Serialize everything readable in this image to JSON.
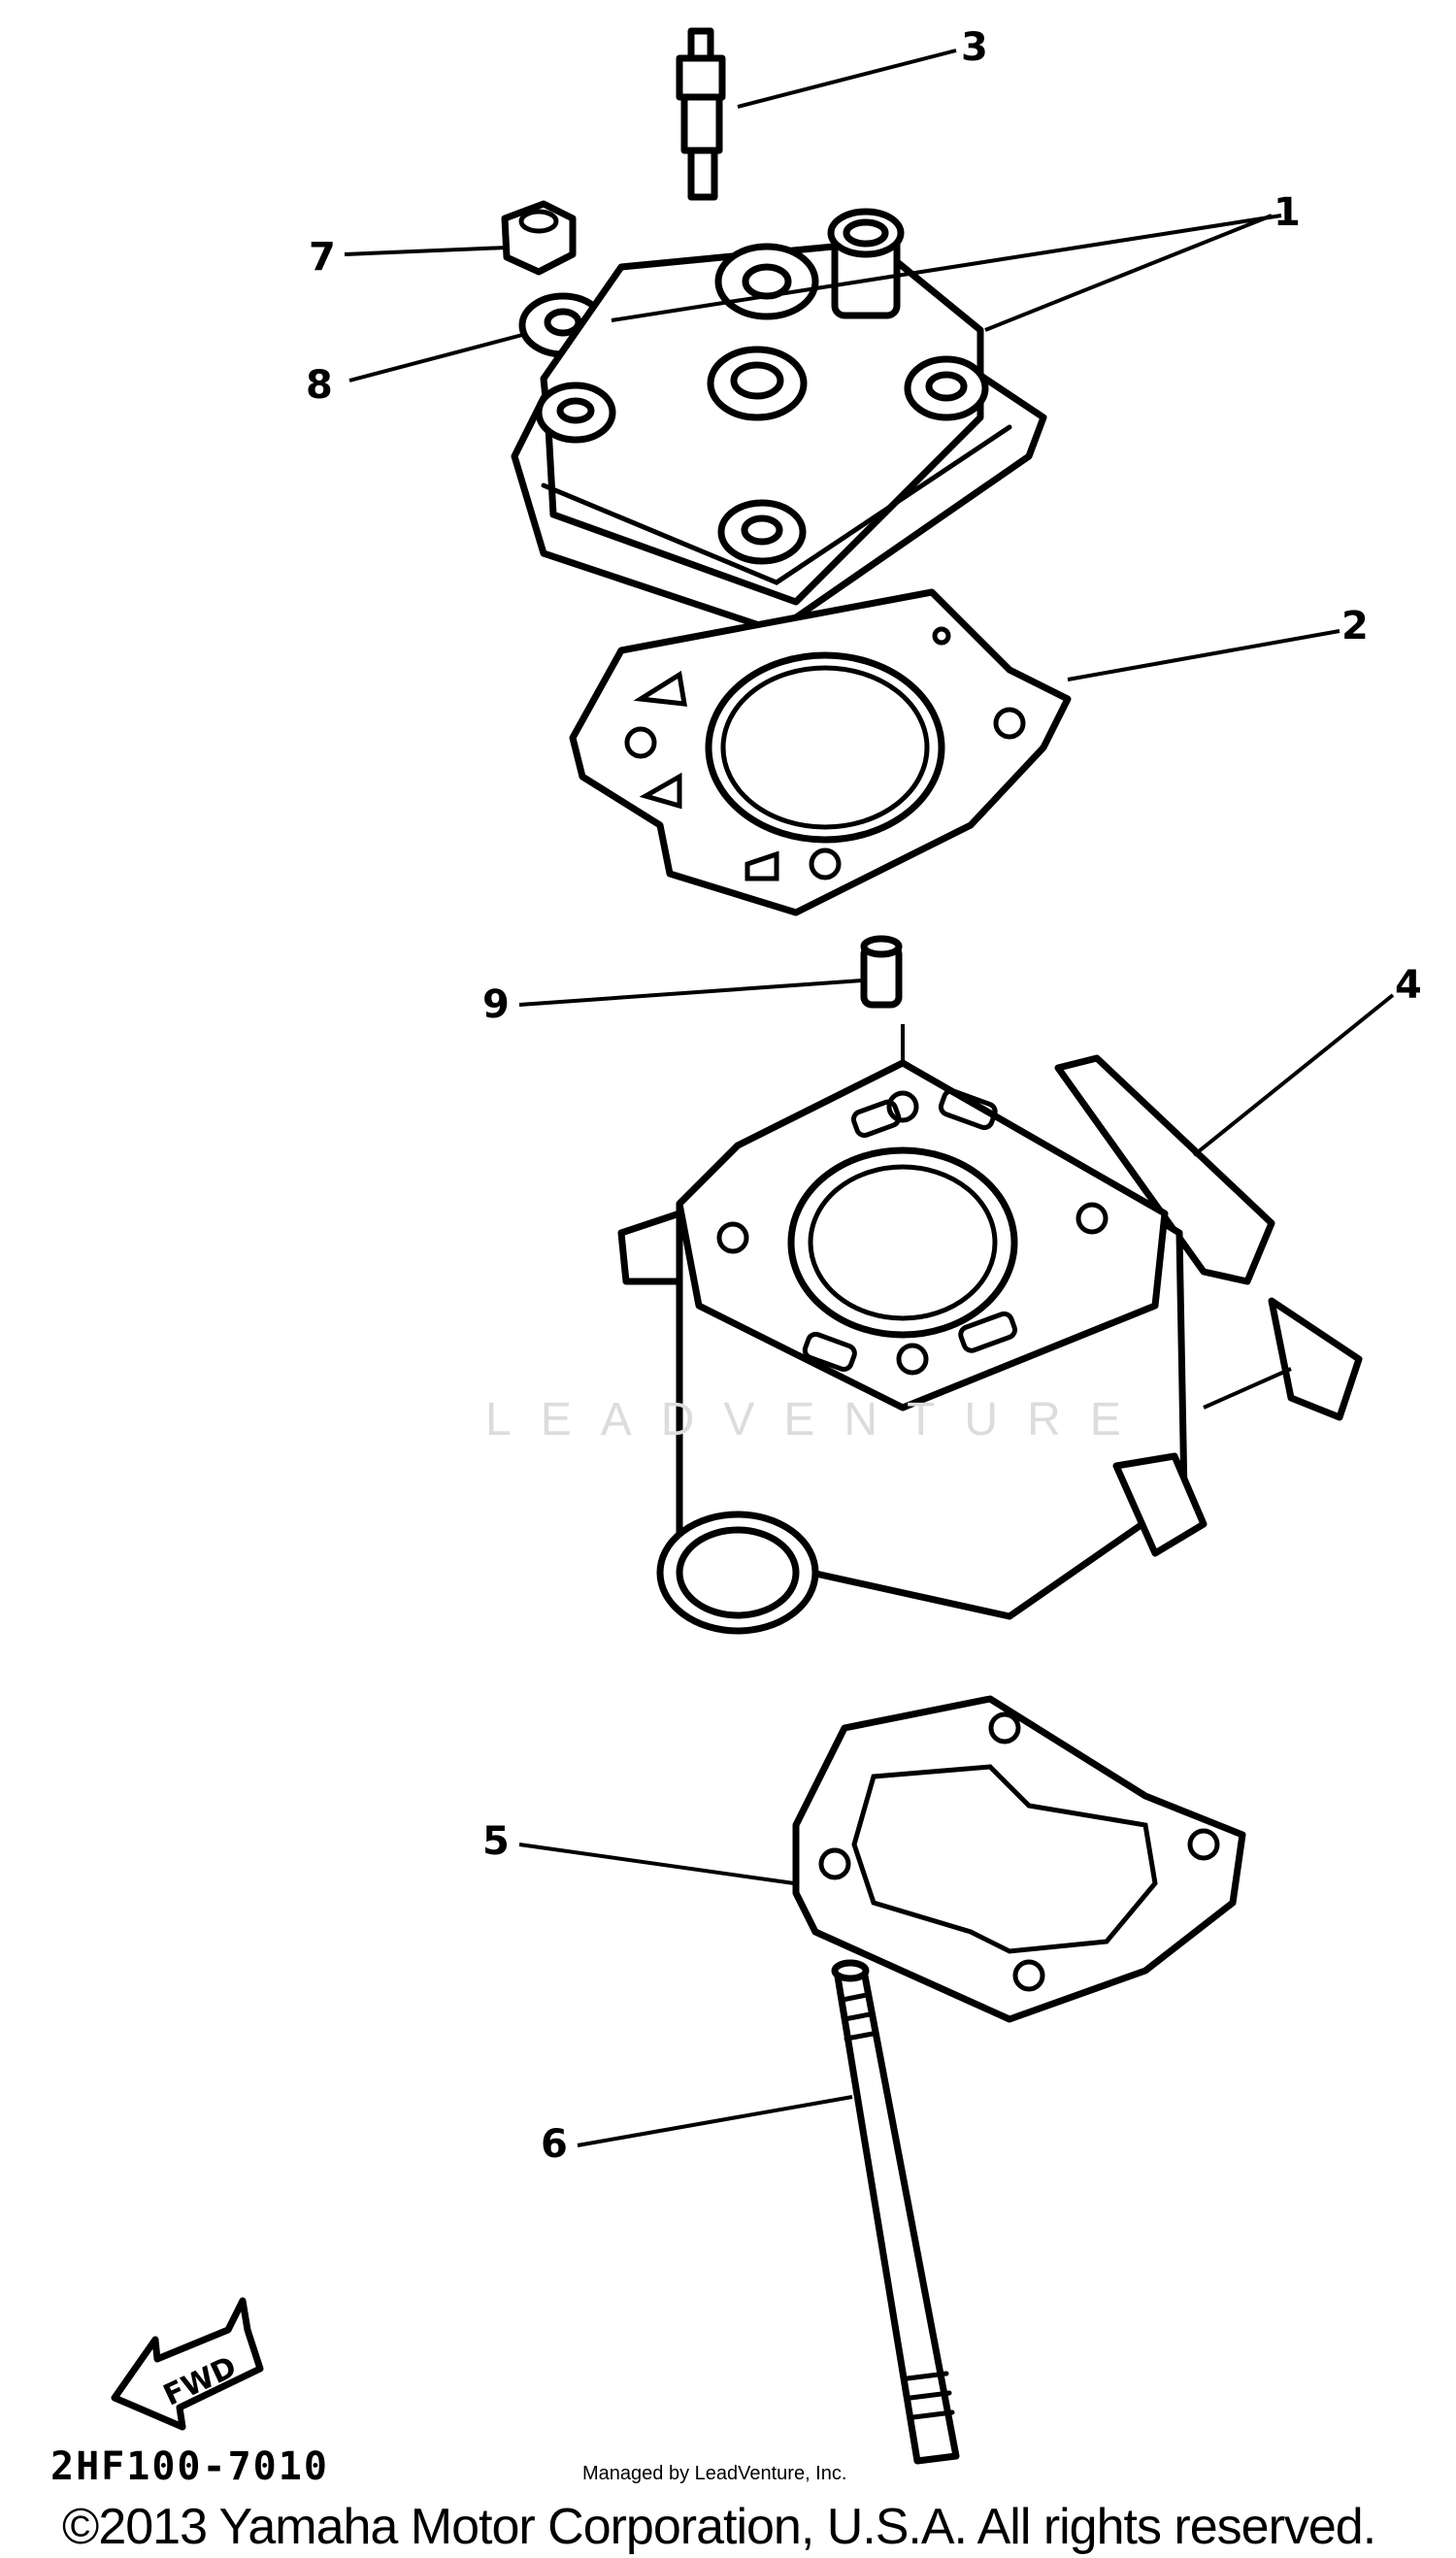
{
  "diagram": {
    "callouts": [
      {
        "number": "1",
        "part": "cylinder-head"
      },
      {
        "number": "2",
        "part": "cylinder-head-gasket"
      },
      {
        "number": "3",
        "part": "spark-plug"
      },
      {
        "number": "4",
        "part": "cylinder"
      },
      {
        "number": "5",
        "part": "cylinder-gasket"
      },
      {
        "number": "6",
        "part": "stud-bolt"
      },
      {
        "number": "7",
        "part": "nut"
      },
      {
        "number": "8",
        "part": "washer"
      },
      {
        "number": "9",
        "part": "dowel-pin"
      }
    ],
    "fwd_label": "FWD",
    "diagram_code": "2HF100-7010",
    "watermark": "LEADVENTURE"
  },
  "footer": {
    "copyright": "©2013 Yamaha Motor Corporation, U.S.A. All rights reserved.",
    "managed_by": "Managed by LeadVenture, Inc."
  }
}
